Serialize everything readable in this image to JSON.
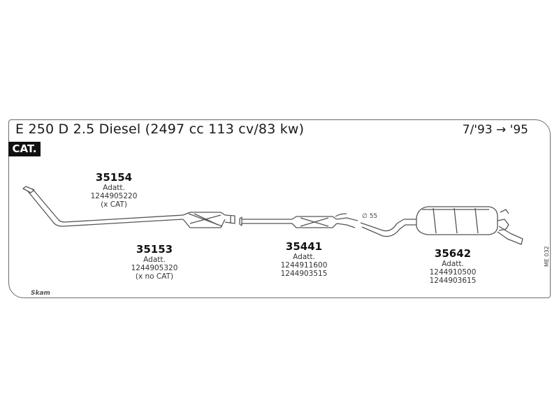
{
  "title": "E 250 D 2.5 Diesel (2497 cc 113 cv/83 kw)",
  "date_range": "7/'93 → '95",
  "badge": "CAT.",
  "diameter_label": "∅ 55",
  "sheet_code": "ME 032",
  "brand": "Skam",
  "parts": {
    "p35154": {
      "number": "35154",
      "line1": "Adatt.",
      "line2": "1244905220",
      "line3": "(x CAT)"
    },
    "p35153": {
      "number": "35153",
      "line1": "Adatt.",
      "line2": "1244905320",
      "line3": "(x no CAT)"
    },
    "p35441": {
      "number": "35441",
      "line1": "Adatt.",
      "line2": "1244911600",
      "line3": "1244903515"
    },
    "p35642": {
      "number": "35642",
      "line1": "Adatt.",
      "line2": "1244910500",
      "line3": "1244903615"
    }
  }
}
